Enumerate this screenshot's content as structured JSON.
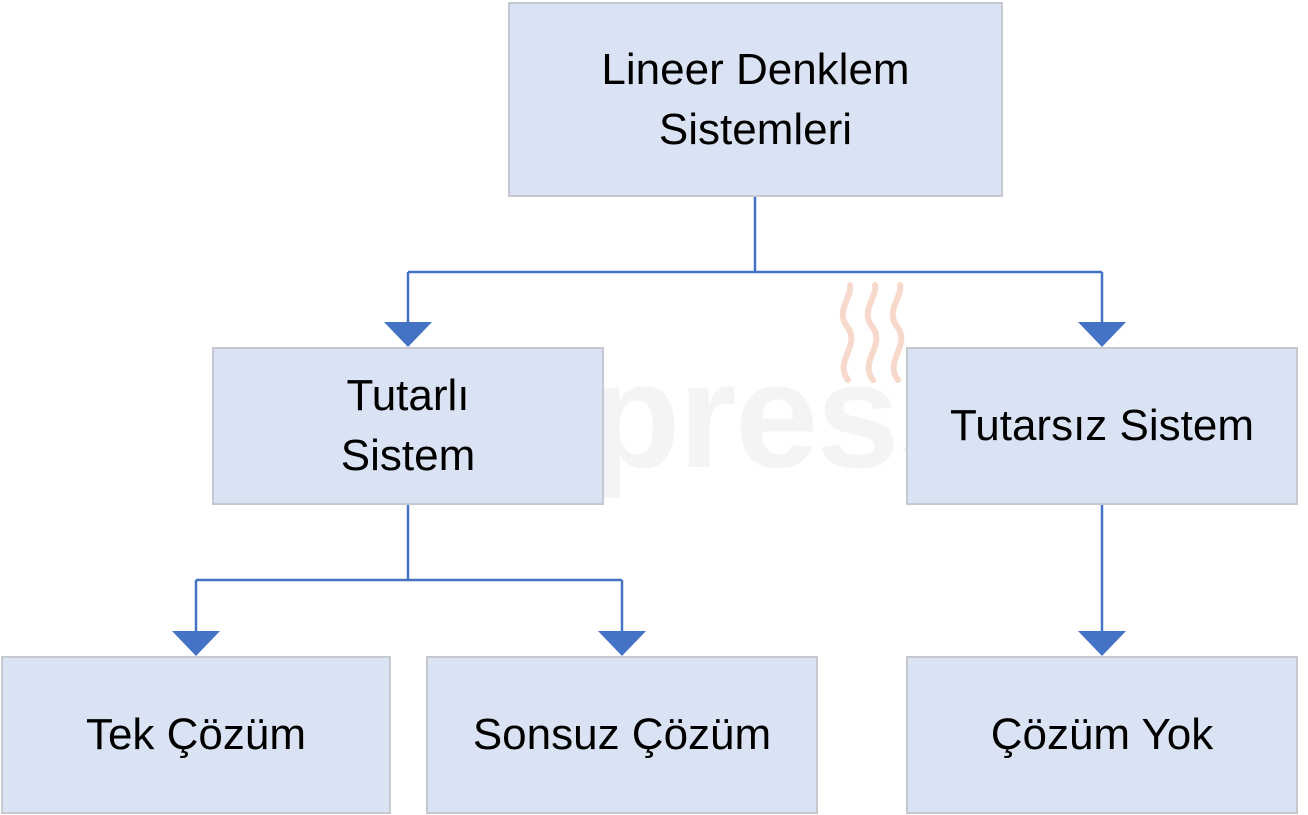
{
  "watermark": {
    "text": "derspresso"
  },
  "colors": {
    "node_fill": "#dae3f3",
    "node_border": "#c5c9cf",
    "connector": "#4472c4",
    "watermark_text": "#f3f4f6",
    "watermark_steam": "#f7d9cc"
  },
  "nodes": {
    "root": "Lineer Denklem\nSistemleri",
    "tutarli": "Tutarlı\nSistem",
    "tutarsiz": "Tutarsız Sistem",
    "tek": "Tek Çözüm",
    "sonsuz": "Sonsuz Çözüm",
    "yok": "Çözüm Yok"
  }
}
